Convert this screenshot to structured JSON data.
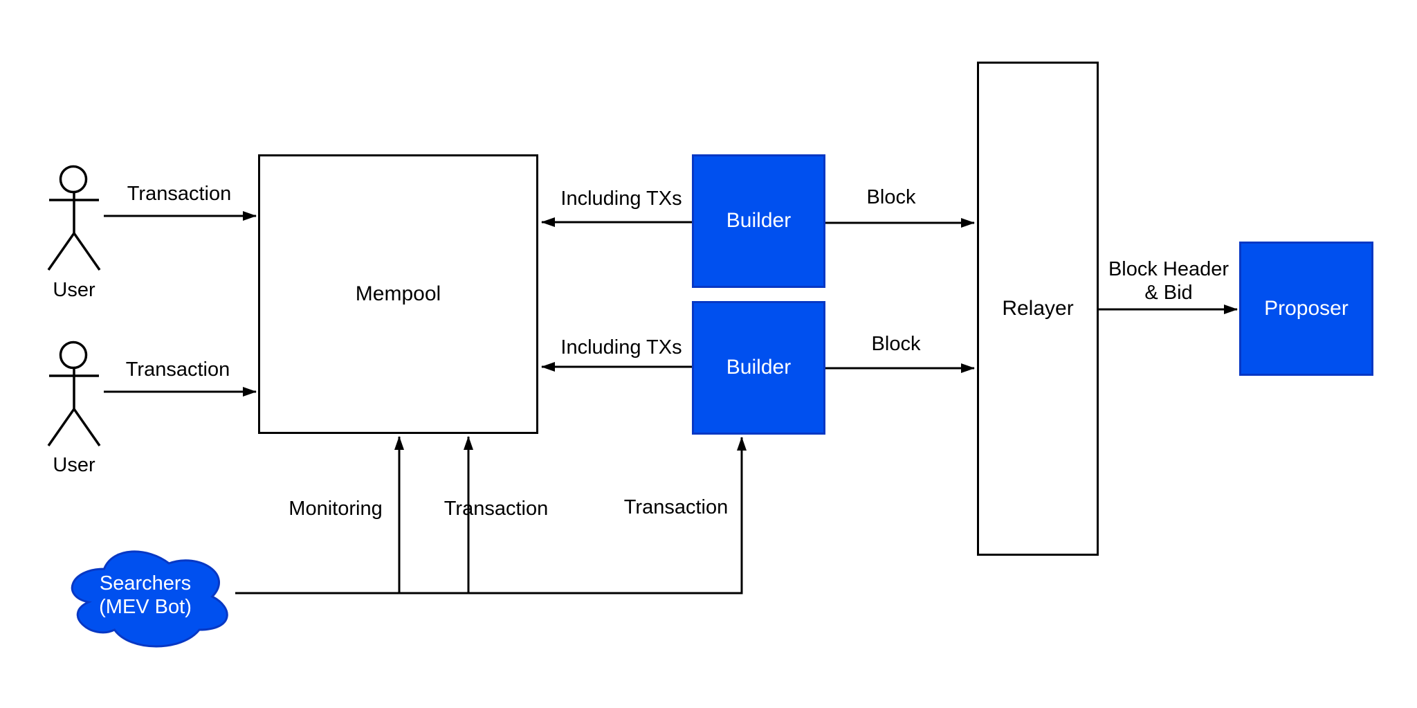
{
  "diagram": {
    "title_hint": "MEV block building flow",
    "colors": {
      "background": "#FFFFFF",
      "node_fill_blue": "#0050EF",
      "node_border_blue": "#0838C4",
      "node_fill_white": "#FFFFFF",
      "node_border_black": "#000000",
      "arrow_black": "#000000",
      "text_black": "#000000",
      "text_on_blue": "#FFFFFF"
    },
    "nodes": {
      "user1": {
        "label": "User"
      },
      "user2": {
        "label": "User"
      },
      "mempool": {
        "label": "Mempool"
      },
      "builder1": {
        "label": "Builder"
      },
      "builder2": {
        "label": "Builder"
      },
      "relayer": {
        "label": "Relayer"
      },
      "proposer": {
        "label": "Proposer"
      },
      "searchers": {
        "line1": "Searchers",
        "line2": "(MEV Bot)"
      }
    },
    "edges": {
      "user1_transaction": {
        "label": "Transaction"
      },
      "user2_transaction": {
        "label": "Transaction"
      },
      "builder1_including_txs": {
        "label": "Including TXs"
      },
      "builder2_including_txs": {
        "label": "Including TXs"
      },
      "builder1_block": {
        "label": "Block"
      },
      "builder2_block": {
        "label": "Block"
      },
      "relayer_block_header_bid": {
        "line1": "Block Header",
        "line2": "& Bid"
      },
      "searchers_monitoring": {
        "label": "Monitoring"
      },
      "searchers_transaction_to_mempool": {
        "label": "Transaction"
      },
      "searchers_transaction_to_builder": {
        "label": "Transaction"
      }
    }
  }
}
